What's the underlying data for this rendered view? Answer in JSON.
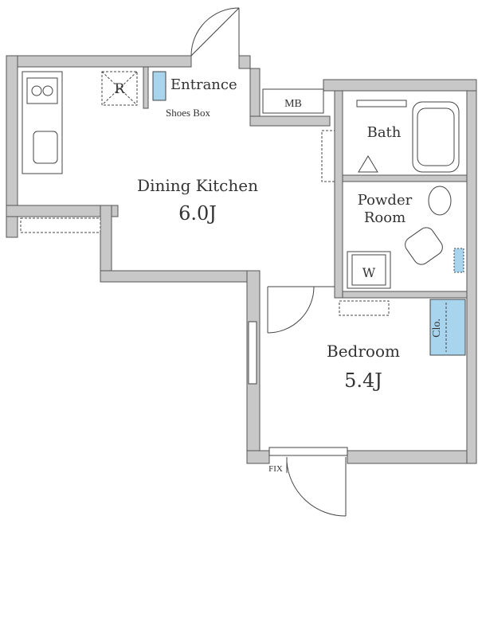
{
  "rooms": {
    "entrance": "Entrance",
    "shoes_box": "Shoes Box",
    "mb": "MB",
    "refrigerator": "R",
    "dining_kitchen": "Dining Kitchen",
    "dining_kitchen_size": "6.0J",
    "bath": "Bath",
    "powder_room_line1": "Powder",
    "powder_room_line2": "Room",
    "washer": "W",
    "bedroom": "Bedroom",
    "bedroom_size": "5.4J",
    "closet": "Clo.",
    "fix": "FIX"
  },
  "colors": {
    "wall": "#c8c8c8",
    "wall_edge": "#555555",
    "accent": "#a8d4ee"
  }
}
